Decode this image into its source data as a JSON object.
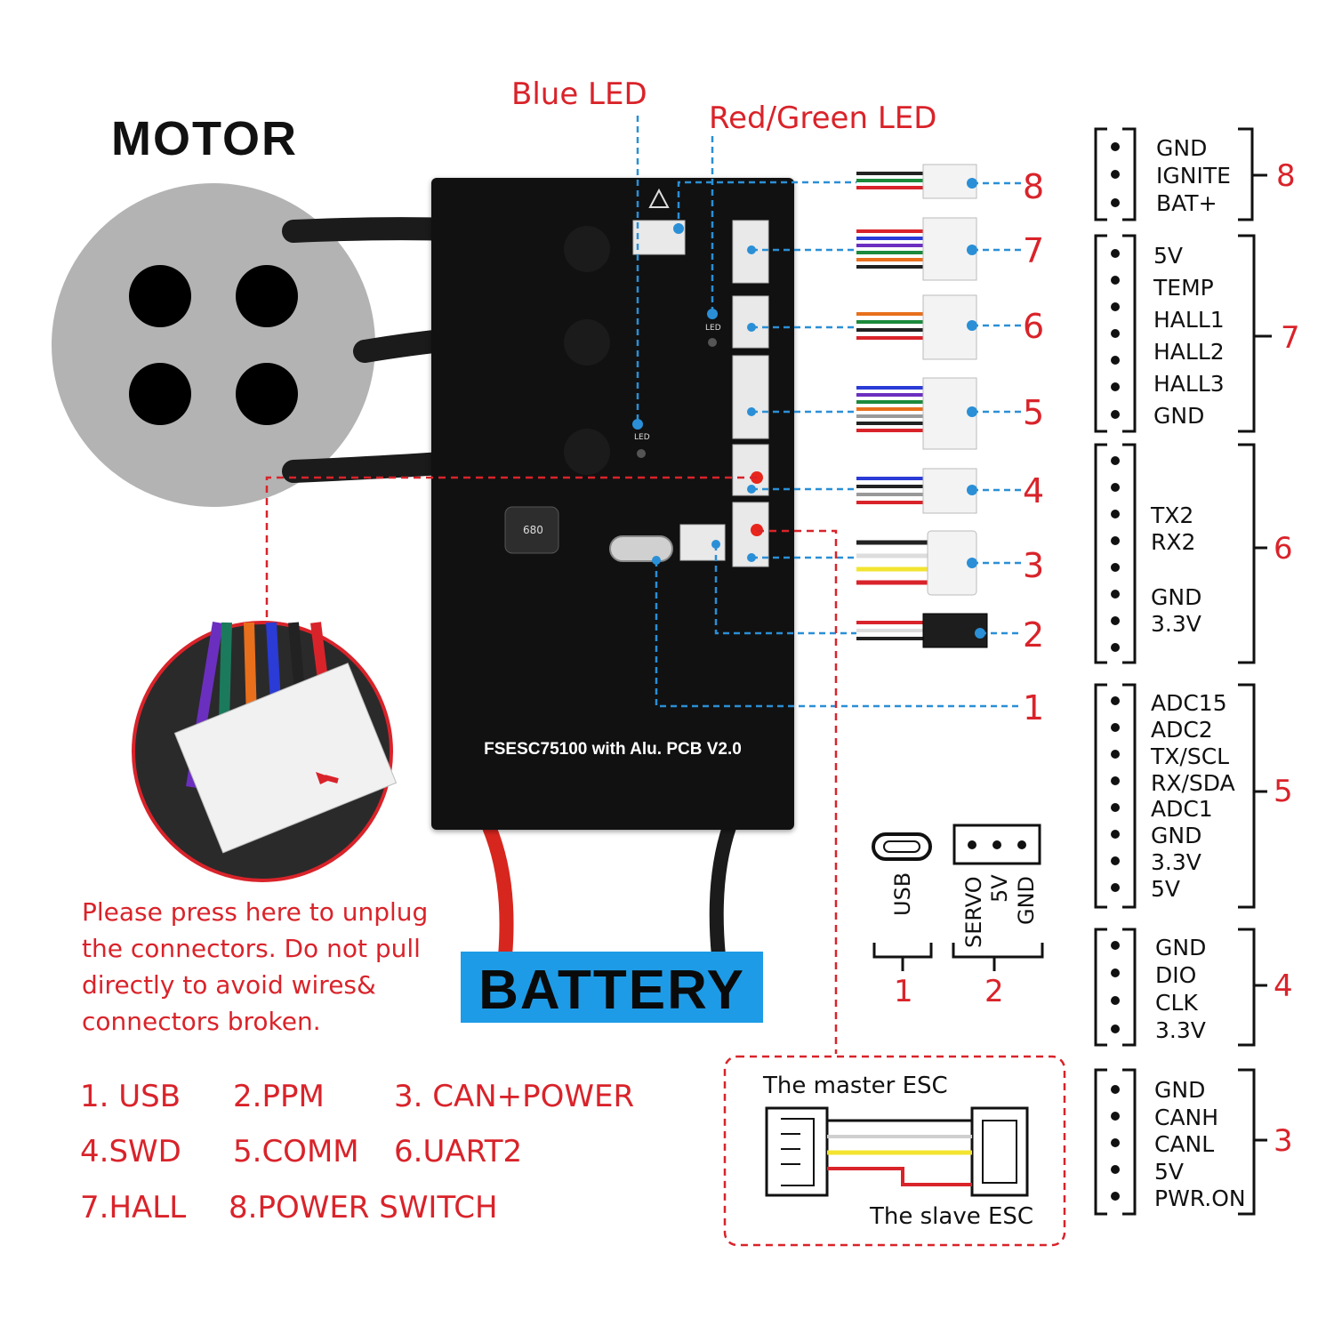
{
  "motor_title": "MOTOR",
  "blue_led_label": "Blue LED",
  "red_green_led_label": "Red/Green LED",
  "board_label": "FSESC75100 with Alu. PCB V2.0",
  "battery_label": "BATTERY",
  "warning_text": "Please press here to unplug the connectors. Do not pull directly to avoid wires& connectors broken.",
  "board_markings": {
    "led": "LED",
    "inductor": "680"
  },
  "connector_numbers": [
    "8",
    "7",
    "6",
    "5",
    "4",
    "3",
    "2",
    "1"
  ],
  "legend": [
    "1. USB",
    "2.PPM",
    "3. CAN+POWER",
    "4.SWD",
    "5.COMM",
    "6.UART2",
    "7.HALL",
    "8.POWER SWITCH"
  ],
  "pinouts": [
    {
      "number": "8",
      "pins": [
        "GND",
        "IGNITE",
        "BAT+"
      ]
    },
    {
      "number": "7",
      "pins": [
        "5V",
        "TEMP",
        "HALL1",
        "HALL2",
        "HALL3",
        "GND"
      ]
    },
    {
      "number": "6",
      "pins": [
        "TX2",
        "RX2",
        "GND",
        "3.3V"
      ]
    },
    {
      "number": "5",
      "pins": [
        "ADC15",
        "ADC2",
        "TX/SCL",
        "RX/SDA",
        "ADC1",
        "GND",
        "3.3V",
        "5V"
      ]
    },
    {
      "number": "4",
      "pins": [
        "GND",
        "DIO",
        "CLK",
        "3.3V"
      ]
    },
    {
      "number": "3",
      "pins": [
        "GND",
        "CANH",
        "CANL",
        "5V",
        "PWR.ON"
      ]
    }
  ],
  "usb_servo": {
    "usb_label": "USB",
    "servo_labels": [
      "SERVO",
      "5V",
      "GND"
    ],
    "usb_number": "1",
    "servo_number": "2"
  },
  "can_link": {
    "master_label": "The master ESC",
    "slave_label": "The slave ESC"
  },
  "colors": {
    "accent_red": "#d9232a",
    "accent_blue": "#2a8fd6",
    "battery_blue": "#1e9be6",
    "board_black": "#111111",
    "motor_gray": "#b3b3b3"
  }
}
